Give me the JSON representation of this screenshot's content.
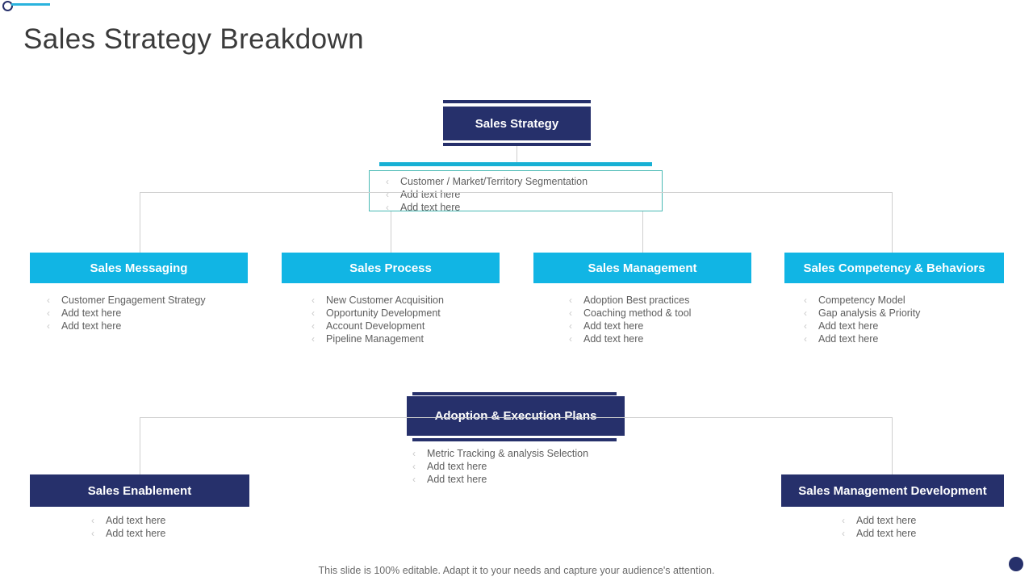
{
  "slide": {
    "title": "Sales Strategy Breakdown",
    "footer_note": "This slide is 100% editable. Adapt it to your needs and capture your audience's attention.",
    "bullet_glyph": "‹"
  },
  "colors": {
    "navy": "#26306b",
    "cyan": "#11b5e4",
    "cyan_bar": "#18b0d4",
    "teal_border": "#49b9b4",
    "deco_line": "#2ab3dd",
    "connector": "#cfcfcf",
    "body_text": "#5e5e5e",
    "title_text": "#3b3b3b"
  },
  "root_node": {
    "label": "Sales Strategy",
    "details": [
      "Customer / Market/Territory Segmentation",
      "Add text here",
      "Add text here"
    ]
  },
  "branches": [
    {
      "label": "Sales Messaging",
      "items": [
        "Customer Engagement  Strategy",
        "Add text here",
        "Add text here"
      ]
    },
    {
      "label": "Sales Process",
      "items": [
        "New Customer Acquisition",
        "Opportunity Development",
        "Account Development",
        "Pipeline Management"
      ]
    },
    {
      "label": "Sales Management",
      "items": [
        "Adoption Best practices",
        "Coaching method & tool",
        "Add text here",
        "Add text here"
      ]
    },
    {
      "label": "Sales Competency & Behaviors",
      "items": [
        "Competency Model",
        "Gap analysis & Priority",
        "Add text here",
        "Add text here"
      ]
    }
  ],
  "plan_node": {
    "label": "Adoption & Execution Plans",
    "details": [
      "Metric Tracking  & analysis Selection",
      "Add text here",
      "Add text here"
    ]
  },
  "plan_children": [
    {
      "label": "Sales Enablement",
      "items": [
        "Add text here",
        "Add text here"
      ]
    },
    {
      "label": "Sales Management Development",
      "items": [
        "Add text here",
        "Add text here"
      ]
    }
  ]
}
